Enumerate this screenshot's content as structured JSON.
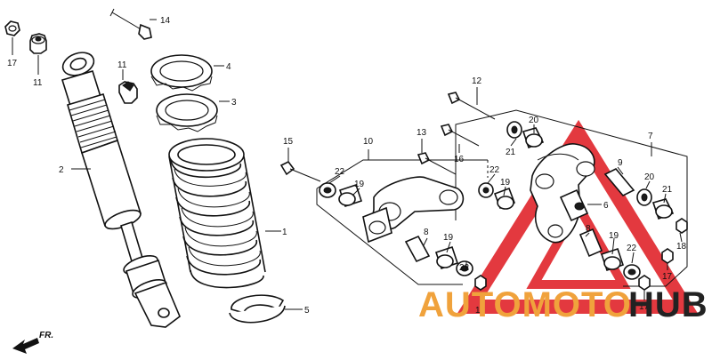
{
  "direction_label": "FR.",
  "parts": [
    {
      "num": "1"
    },
    {
      "num": "2"
    },
    {
      "num": "3"
    },
    {
      "num": "4"
    },
    {
      "num": "5"
    },
    {
      "num": "6"
    },
    {
      "num": "7"
    },
    {
      "num": "8"
    },
    {
      "num": "9"
    },
    {
      "num": "10"
    },
    {
      "num": "11"
    },
    {
      "num": "12"
    },
    {
      "num": "13"
    },
    {
      "num": "14"
    },
    {
      "num": "15"
    },
    {
      "num": "16"
    },
    {
      "num": "17"
    },
    {
      "num": "18"
    },
    {
      "num": "19"
    },
    {
      "num": "20"
    },
    {
      "num": "21"
    },
    {
      "num": "22"
    }
  ],
  "watermark": {
    "part1": "AUTOMOTO",
    "part2": "HUB",
    "color1": "#f0a23c",
    "color2": "#222222",
    "triangle_color": "#e0242b"
  }
}
